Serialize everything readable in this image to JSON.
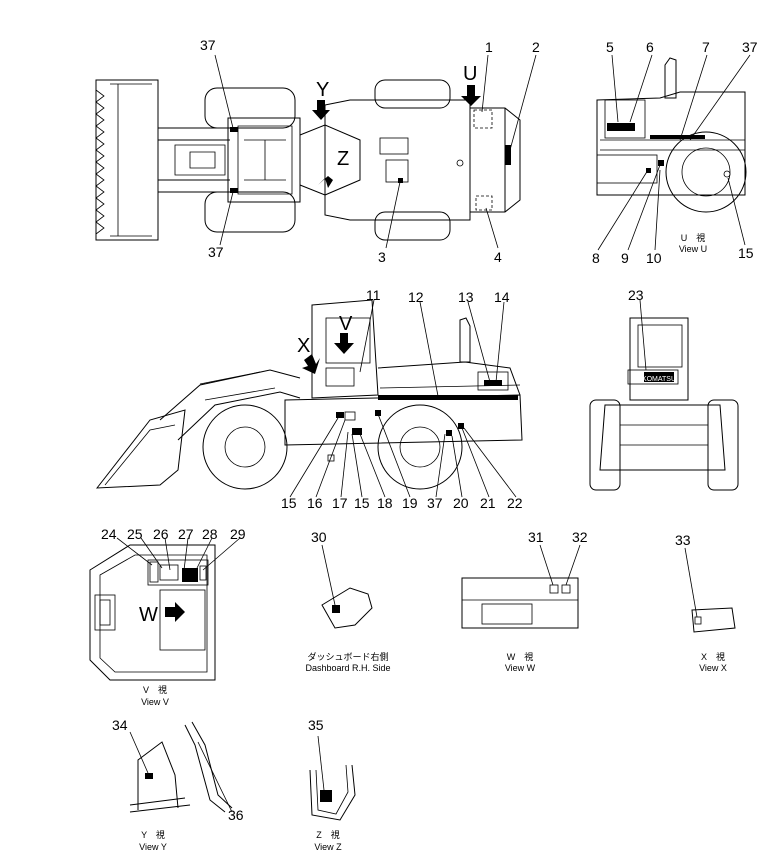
{
  "callouts": {
    "n1": "1",
    "n2": "2",
    "n3": "3",
    "n4": "4",
    "n5": "5",
    "n6": "6",
    "n7": "7",
    "n8": "8",
    "n9": "9",
    "n10": "10",
    "n11": "11",
    "n12": "12",
    "n13": "13",
    "n14": "14",
    "n15": "15",
    "n16": "16",
    "n17": "17",
    "n18": "18",
    "n19": "19",
    "n20": "20",
    "n21": "21",
    "n22": "22",
    "n23": "23",
    "n24": "24",
    "n25": "25",
    "n26": "26",
    "n27": "27",
    "n28": "28",
    "n29": "29",
    "n30": "30",
    "n31": "31",
    "n32": "32",
    "n33": "33",
    "n34": "34",
    "n35": "35",
    "n36": "36",
    "n37": "37"
  },
  "view_letters": {
    "u": "U",
    "y": "Y",
    "z": "Z",
    "v": "V",
    "x": "X",
    "w": "W"
  },
  "captions": {
    "view_u_jp": "U　視",
    "view_u": "View U",
    "dashboard_jp": "ダッシュボード右側",
    "dashboard": "Dashboard R.H. Side",
    "view_w_jp": "W　視",
    "view_w": "View W",
    "view_x_jp": "X　視",
    "view_x": "View X",
    "view_v_jp": "V　視",
    "view_v": "View V",
    "view_y_jp": "Y　視",
    "view_y": "View Y",
    "view_z_jp": "Z　視",
    "view_z": "View Z"
  },
  "brand_plate": "KOMATSU"
}
